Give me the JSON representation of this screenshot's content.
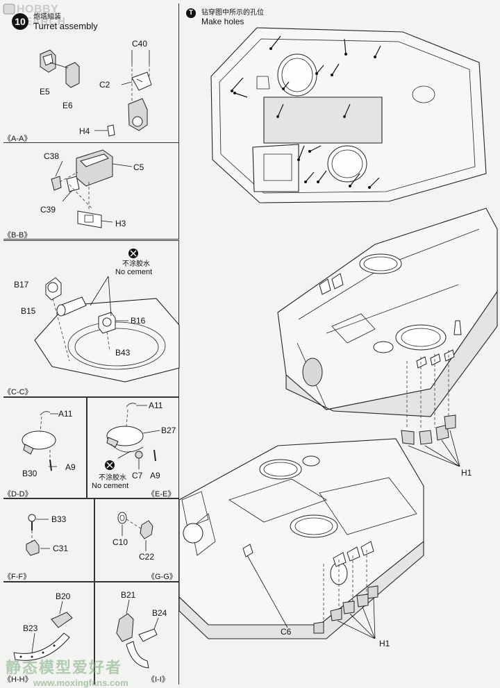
{
  "header": {
    "brand": "HOBBY SEARCH",
    "step_number": "10",
    "title_zh": "炮塔組装",
    "title_en": "Turret assembly"
  },
  "instruction": {
    "title_zh": "钻穿图中所示的孔位",
    "title_en": "Make holes"
  },
  "no_cement": {
    "zh": "不涂胶水",
    "en": "No cement"
  },
  "sections": {
    "aa": {
      "label": "《A-A》",
      "parts": [
        "C40",
        "C2",
        "E5",
        "E6",
        "H4"
      ]
    },
    "bb": {
      "label": "《B-B》",
      "parts": [
        "C38",
        "C5",
        "C39",
        "H3"
      ]
    },
    "cc": {
      "label": "《C-C》",
      "parts": [
        "B17",
        "B15",
        "B16",
        "B43"
      ]
    },
    "dd": {
      "label": "《D-D》",
      "parts": [
        "A11",
        "B30",
        "A9"
      ]
    },
    "ee": {
      "label": "《E-E》",
      "parts": [
        "A11",
        "B27",
        "C7",
        "A9"
      ]
    },
    "ff": {
      "label": "《F-F》",
      "parts": [
        "B33",
        "C31"
      ]
    },
    "gg": {
      "label": "《G-G》",
      "parts": [
        "C10",
        "C22"
      ]
    },
    "hh": {
      "label": "《H-H》",
      "parts": [
        "B20",
        "B23"
      ]
    },
    "ii": {
      "label": "《I-I》",
      "parts": [
        "B21",
        "B24"
      ]
    }
  },
  "main": {
    "parts": [
      "H1",
      "C6",
      "H1"
    ]
  },
  "watermark": {
    "zh": "静态模型爱好者",
    "url": "www.moxingfans.com"
  }
}
